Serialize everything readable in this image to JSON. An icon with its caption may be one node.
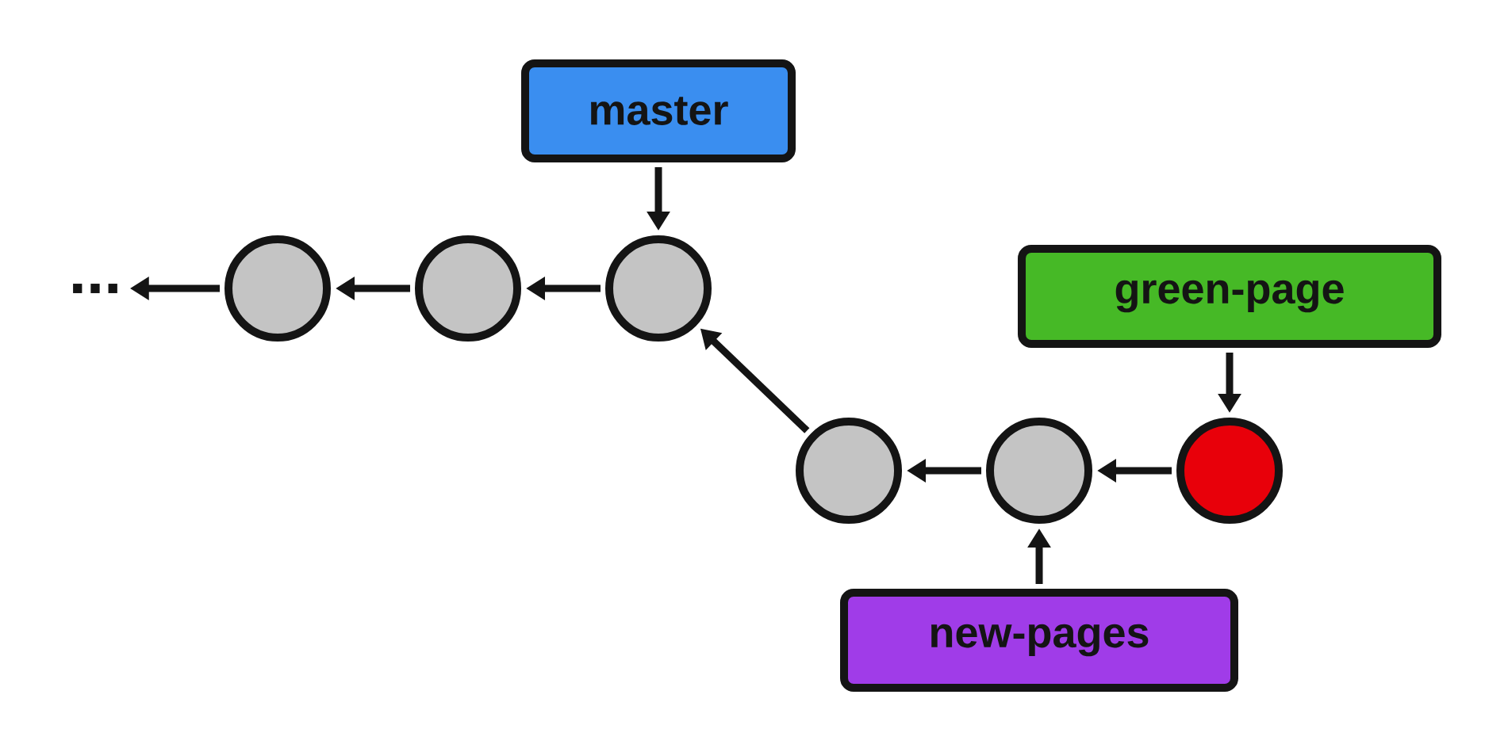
{
  "diagram": {
    "nodes": [
      {
        "text": [
          "..."
        ]
      },
      {
        "text": [],
        "shape": "circle"
      },
      {
        "text": [],
        "shape": "circle"
      },
      {
        "text": [],
        "shape": "circle"
      },
      {
        "text": [
          "master"
        ]
      },
      {
        "text": [
          "green-page"
        ]
      },
      {
        "text": [],
        "shape": "circle"
      },
      {
        "text": [],
        "shape": "circle"
      },
      {
        "text": [],
        "shape": "circle"
      },
      {
        "text": [
          "new-pages"
        ]
      }
    ],
    "edges": [
      {
        "from": 1,
        "to": 0,
        "arrow": "to"
      },
      {
        "from": 2,
        "to": 1,
        "arrow": "to"
      },
      {
        "from": 3,
        "to": 2,
        "arrow": "to"
      },
      {
        "from": 6,
        "to": 3,
        "arrow": "to"
      },
      {
        "from": 7,
        "to": 6,
        "arrow": "to"
      },
      {
        "from": 8,
        "to": 7,
        "arrow": "to"
      },
      {
        "from": 4,
        "to": 3,
        "arrow": "to"
      },
      {
        "from": 5,
        "to": 8,
        "arrow": "to"
      },
      {
        "from": 9,
        "to": 7,
        "arrow": "to"
      }
    ]
  }
}
